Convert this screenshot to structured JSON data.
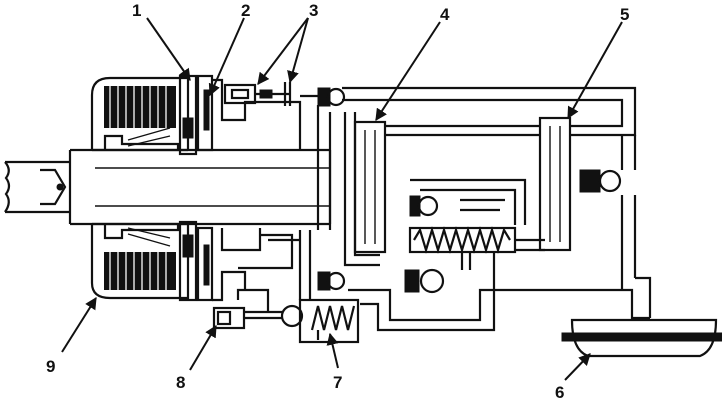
{
  "callouts": [
    {
      "label": "1"
    },
    {
      "label": "2"
    },
    {
      "label": "3"
    },
    {
      "label": "4"
    },
    {
      "label": "5"
    },
    {
      "label": "6"
    },
    {
      "label": "7"
    },
    {
      "label": "8"
    },
    {
      "label": "9"
    }
  ],
  "colors": {
    "ink": "#111111",
    "paper": "#ffffff"
  }
}
